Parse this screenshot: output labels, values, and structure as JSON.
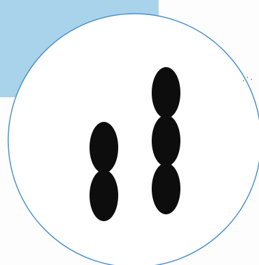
{
  "colors": {
    "corner_band": "#a8d3ea",
    "circle_fill": "#ffffff",
    "circle_stroke": "#4a90d0",
    "cell": "#0d0d0d",
    "speck": "#9a9a9a"
  },
  "diagram": {
    "shape": "circle",
    "columns": [
      {
        "cell_count": 2
      },
      {
        "cell_count": 3
      }
    ]
  }
}
